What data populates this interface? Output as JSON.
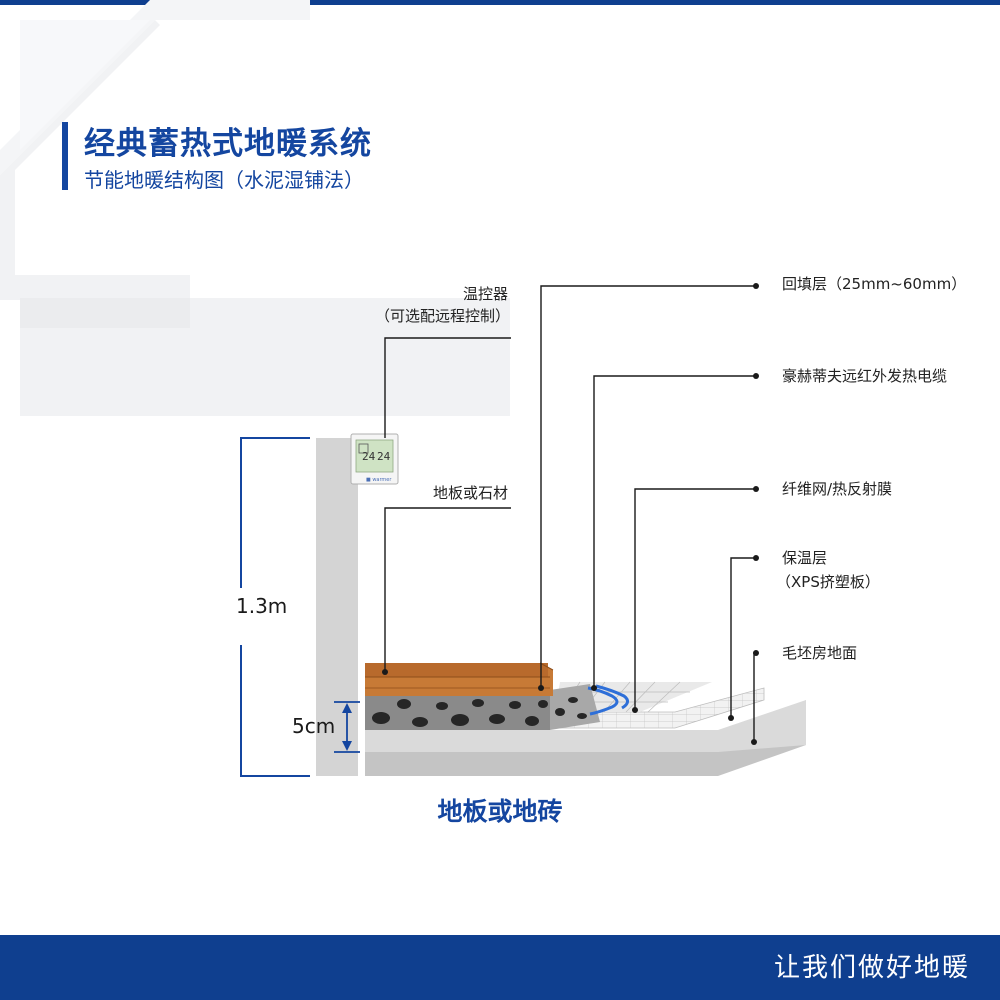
{
  "title": "经典蓄热式地暖系统",
  "subtitle": "节能地暖结构图（水泥湿铺法）",
  "labels": {
    "thermostat": "温控器",
    "thermostat_note": "（可选配远程控制）",
    "flooring": "地板或石材",
    "backfill": "回填层（25mm~60mm）",
    "cable": "豪赫蒂夫远红外发热电缆",
    "mesh": "纤维网/热反射膜",
    "insulation": "保温层",
    "insulation_note": "（XPS挤塑板）",
    "base_floor": "毛坯房地面"
  },
  "dimensions": {
    "height": "1.3m",
    "thickness": "5cm"
  },
  "floor_caption": "地板或地砖",
  "footer_slogan": "让我们做好地暖",
  "thermostat_display": {
    "left_reading": "24",
    "right_reading": "24",
    "brand_mark": "■ warmer"
  },
  "colors": {
    "brand_blue": "#1446a0",
    "dark_blue": "#0f3f8f",
    "wood": "#b86a2c",
    "screen_green": "#cfe3c4"
  }
}
